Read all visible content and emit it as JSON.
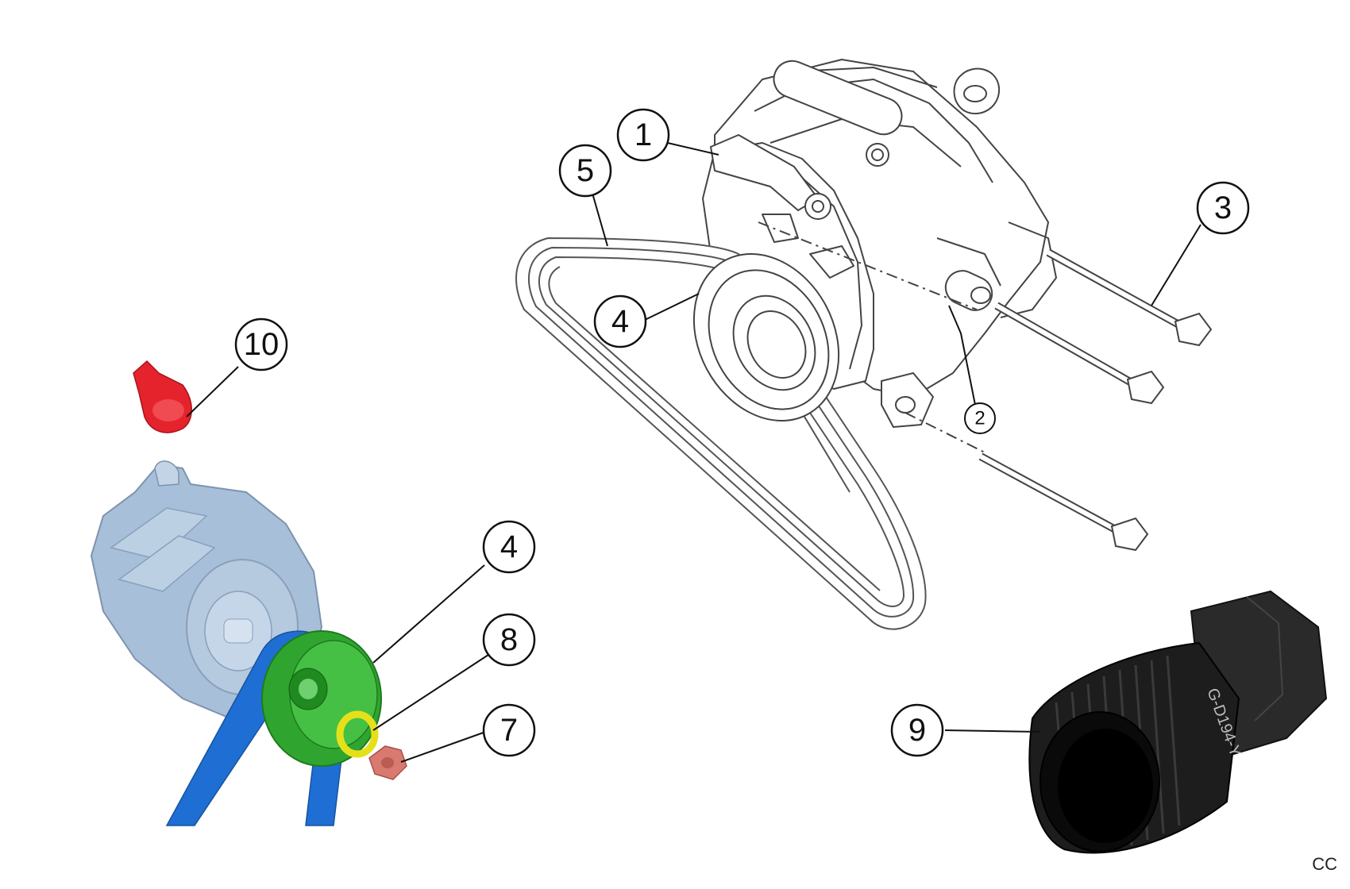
{
  "callouts": {
    "c1": "1",
    "c2": "2",
    "c3": "3",
    "c4_top": "4",
    "c5": "5",
    "c10": "10",
    "c4_bottom": "4",
    "c8": "8",
    "c7": "7",
    "c9": "9"
  },
  "socket_marking": "G-D194-Y",
  "corner_code": "CC",
  "colors": {
    "line_drawing": "#444444",
    "red_cap": "#e5232c",
    "alternator_body": "#a8bfd9",
    "belt_blue": "#1f6ed4",
    "pulley_green": "#2fa52f",
    "washer_yellow": "#e6e01a",
    "nut_copper": "#d97a70",
    "socket_black": "#1d1d1d"
  }
}
